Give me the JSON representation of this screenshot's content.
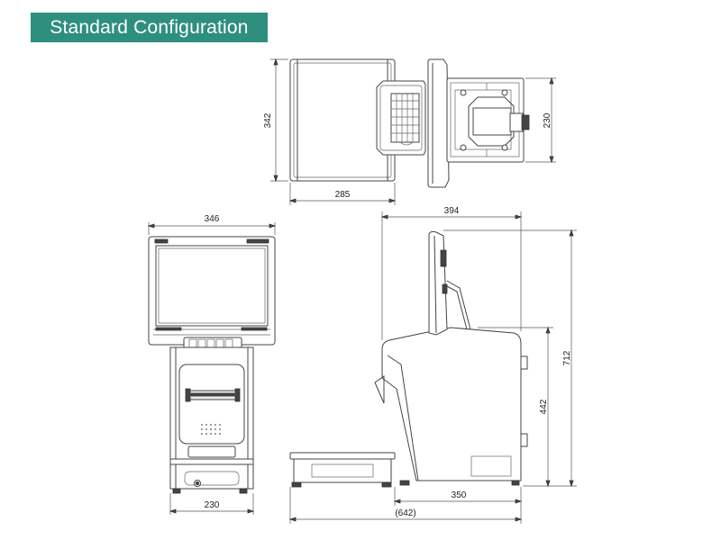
{
  "header": {
    "title": "Standard Configuration"
  },
  "dimensions": {
    "top_height": "342",
    "top_width": "285",
    "top_depth": "230",
    "front_width": "346",
    "front_base_width": "230",
    "side_depth": "394",
    "side_height": "712",
    "side_mid_height": "442",
    "side_base_depth": "350",
    "side_total_depth": "(642)"
  },
  "colors": {
    "title_bar": "#2e8f7f",
    "title_text": "#ffffff",
    "line": "#444444"
  }
}
